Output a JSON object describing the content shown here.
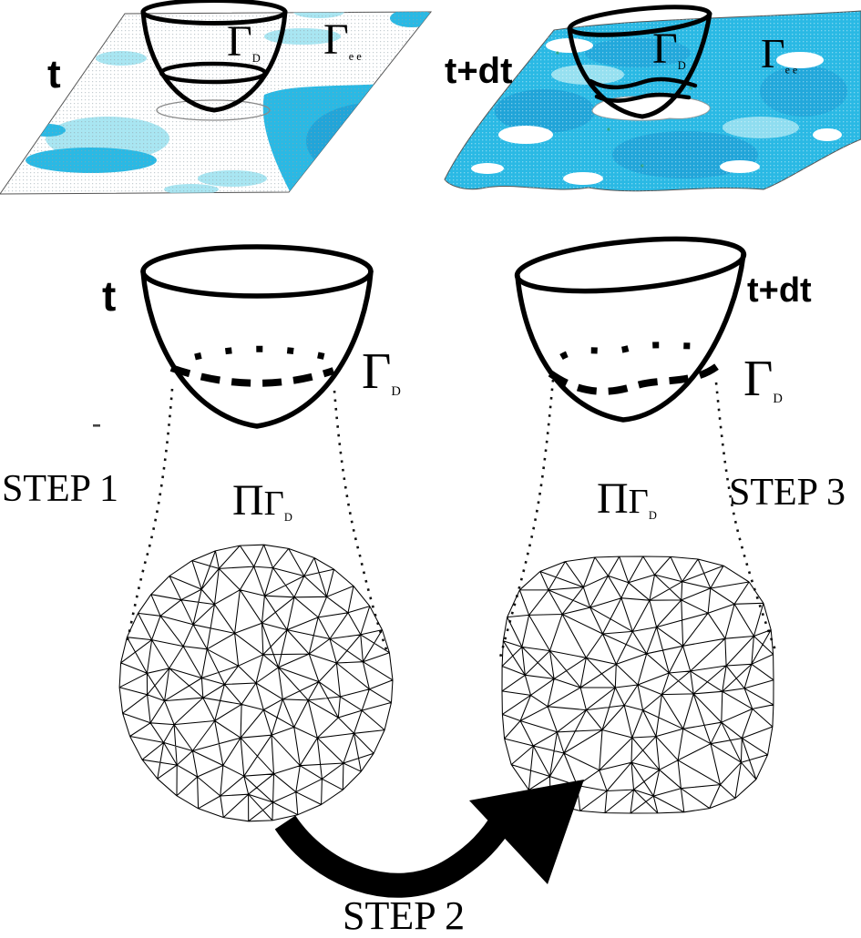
{
  "colors": {
    "ink": "#000000",
    "cyan_bright": "#2ab9e4",
    "cyan_light": "#a9e6f2",
    "cyan_deep": "#168fcc",
    "plane_edge": "#555555"
  },
  "panels": {
    "top_left": {
      "time": "t",
      "bowl_gamma": "Γ",
      "bowl_gamma_sub": "D",
      "plane_gamma": "Γ",
      "plane_gamma_sub": "ee"
    },
    "top_right": {
      "time": "t+dt",
      "bowl_gamma": "Γ",
      "bowl_gamma_sub": "D",
      "plane_gamma": "Γ",
      "plane_gamma_sub": "ee"
    },
    "mid_left": {
      "time": "t",
      "gamma": "Γ",
      "gamma_sub": "D",
      "proj_pi": "Π",
      "proj_gamma": "Γ",
      "proj_sub": "D"
    },
    "mid_right": {
      "time": "t+dt",
      "gamma": "Γ",
      "gamma_sub": "D",
      "proj_pi": "Π",
      "proj_gamma": "Γ",
      "proj_sub": "D"
    }
  },
  "steps": {
    "step1": "STEP 1",
    "step2": "STEP 2",
    "step3": "STEP 3"
  }
}
